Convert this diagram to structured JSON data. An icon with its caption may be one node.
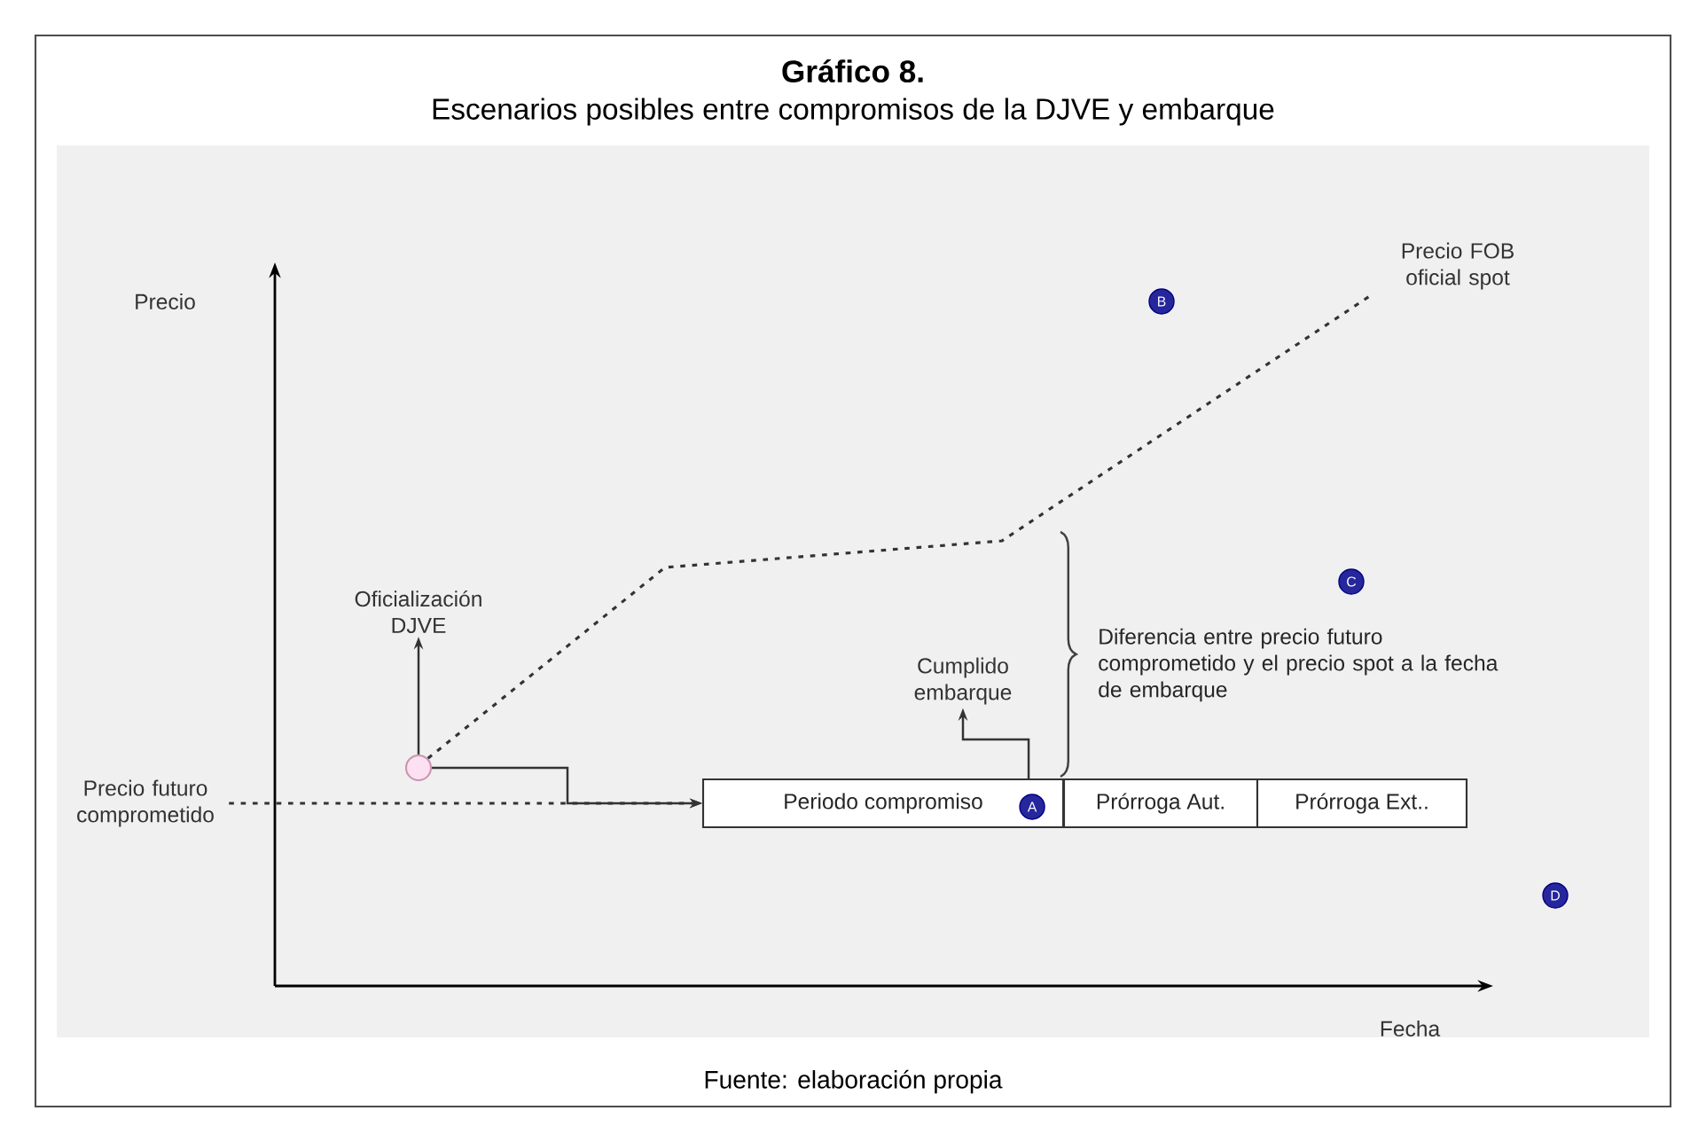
{
  "diagram": {
    "title": "Gráfico 8.",
    "caption": "Fuente: elaboración propia",
    "nodes": [
      {
        "text": [
          "Precio futuro comprometido"
        ]
      },
      {
        "text": [],
        "shape": "circle"
      },
      {
        "text": [
          "Oficialización DJVE"
        ]
      },
      {
        "text": [
          "Periodo compromiso"
        ]
      },
      {
        "text": [
          "Prórroga Aut."
        ]
      },
      {
        "text": [
          "Prórroga Ext.."
        ]
      },
      {
        "text": [
          "Cumplido embarque"
        ]
      },
      {
        "text": [
          "Diferencia entre precio futuro comprometido y el precio spot a la fecha de embarque"
        ]
      },
      {
        "text": [
          "Precio FOB oficial spot"
        ]
      },
      {
        "text": [
          "A"
        ],
        "in": 3
      },
      {
        "text": [
          "B"
        ]
      },
      {
        "text": [
          "C"
        ]
      },
      {
        "text": [
          "D"
        ]
      }
    ],
    "edges": [
      {
        "from": 0,
        "to": 3,
        "arrow": "to",
        "style": "dashed"
      },
      {
        "from": 1,
        "to": 3,
        "arrow": "to"
      },
      {
        "from": 1,
        "to": 2,
        "arrow": "to"
      },
      {
        "from": 3,
        "to": 6,
        "arrow": "to"
      },
      {
        "from": 1,
        "to": 8,
        "arrow": "none",
        "style": "dashed"
      }
    ],
    "labels": [
      "Escenarios posibles entre compromisos de la DJVE y embarque",
      "Precio",
      "Fecha"
    ]
  }
}
